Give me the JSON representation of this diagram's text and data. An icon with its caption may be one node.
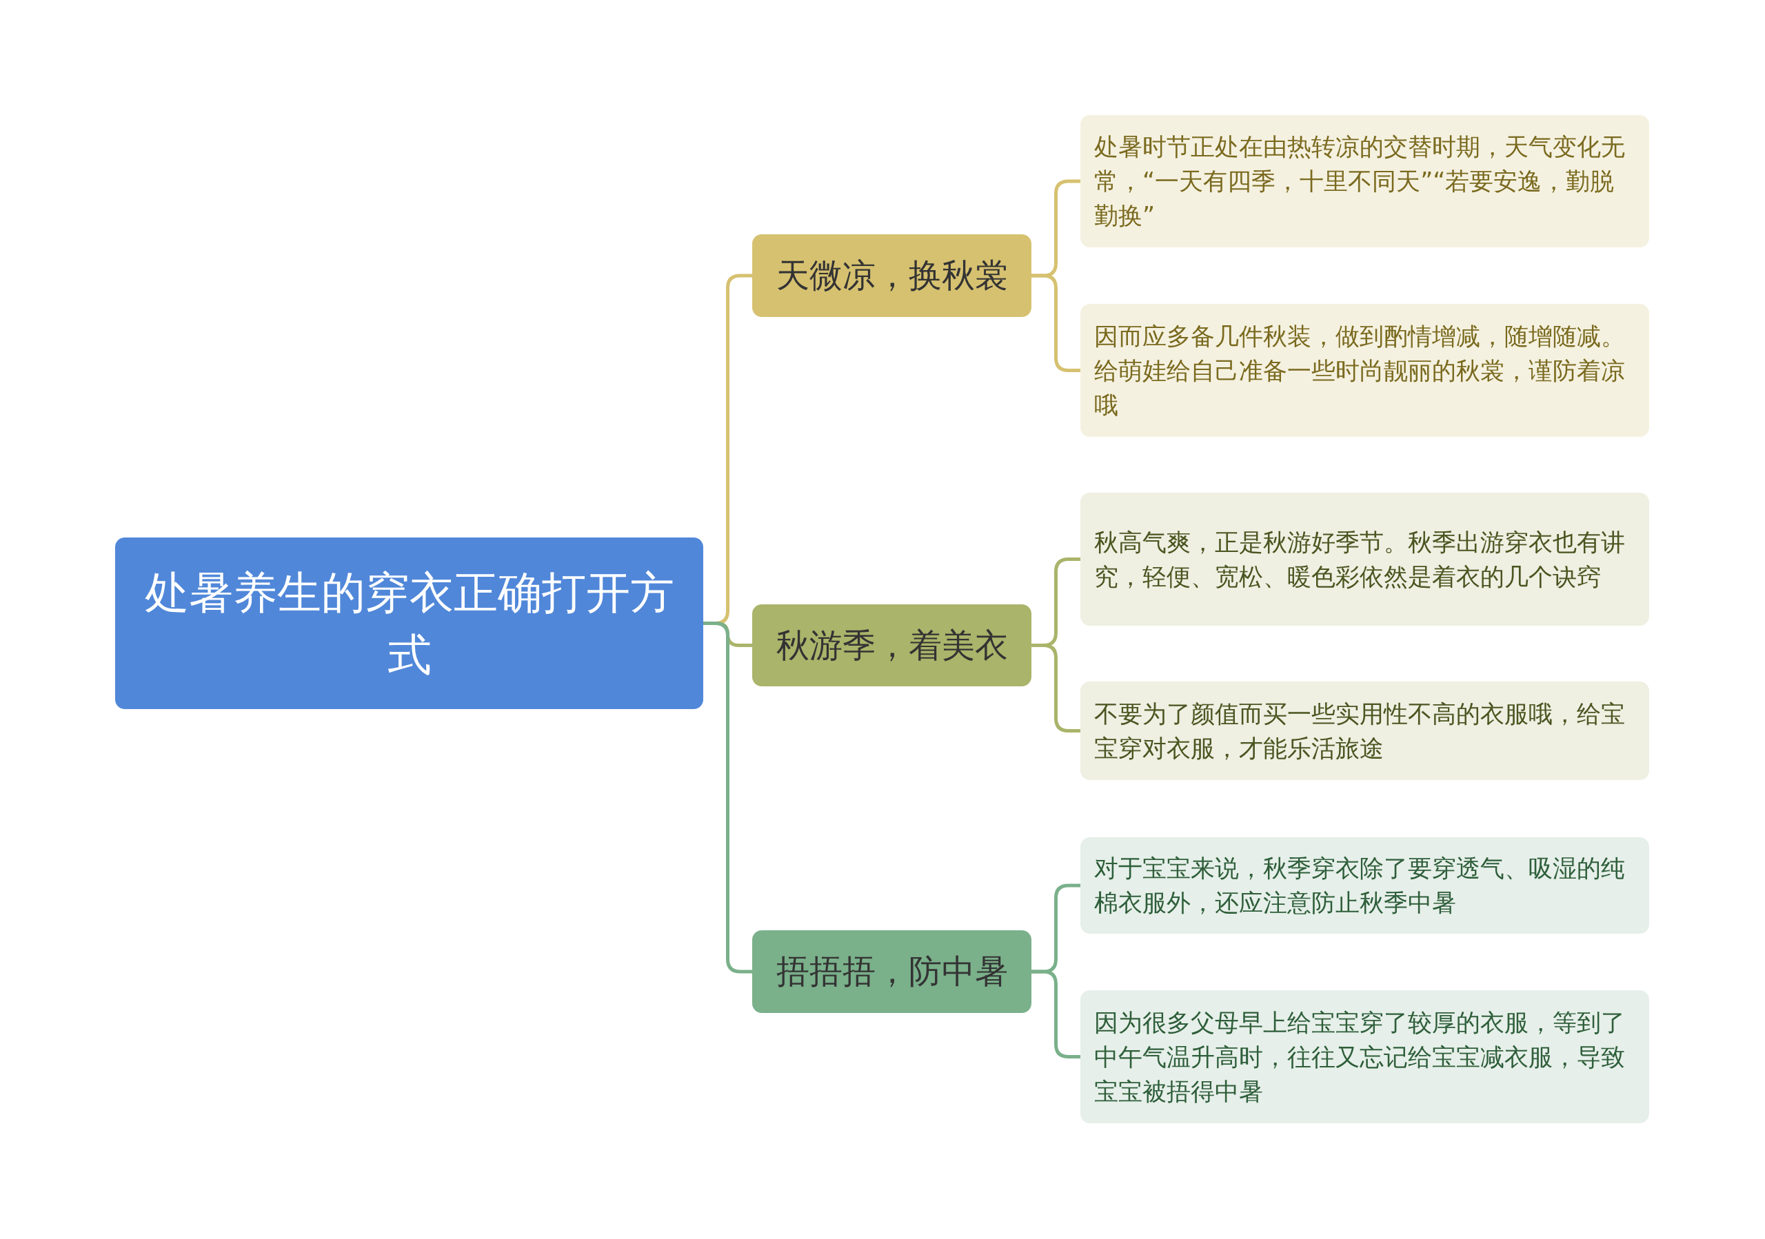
{
  "diagram": {
    "nodes": [
      {
        "text": [
          "处暑养生的穿衣正确打开方式"
        ]
      },
      {
        "text": [
          "天微凉，换秋裳"
        ]
      },
      {
        "text": [
          "处暑时节正处在由热转凉的交替时期，天气变化无常，“一天有四季，十里不同天”“若要安逸，勤脱勤换”"
        ]
      },
      {
        "text": [
          "因而应多备几件秋装，做到酌情增减，随增随减。给萌娃给自己准备一些时尚靓丽的秋裳，谨防着凉哦"
        ]
      },
      {
        "text": [
          "秋游季，着美衣"
        ]
      },
      {
        "text": [
          "秋高气爽，正是秋游好季节。秋季出游穿衣也有讲究，轻便、宽松、暖色彩依然是着衣的几个诀窍"
        ]
      },
      {
        "text": [
          "不要为了颜值而买一些实用性不高的衣服哦，给宝宝穿对衣服，才能乐活旅途"
        ]
      },
      {
        "text": [
          "捂捂捂，防中暑"
        ]
      },
      {
        "text": [
          "对于宝宝来说，秋季穿衣除了要穿透气、吸湿的纯棉衣服外，还应注意防止秋季中暑"
        ]
      },
      {
        "text": [
          "因为很多父母早上给宝宝穿了较厚的衣服，等到了中午气温升高时，往往又忘记给宝宝减衣服，导致宝宝被捂得中暑"
        ]
      }
    ],
    "edges": [
      {
        "from": 0,
        "to": 1,
        "arrow": "none",
        "color": "#d6c170"
      },
      {
        "from": 1,
        "to": 2,
        "arrow": "none",
        "color": "#d6c170"
      },
      {
        "from": 1,
        "to": 3,
        "arrow": "none",
        "color": "#d6c170"
      },
      {
        "from": 0,
        "to": 4,
        "arrow": "none",
        "color": "#aab46a"
      },
      {
        "from": 4,
        "to": 5,
        "arrow": "none",
        "color": "#aab46a"
      },
      {
        "from": 4,
        "to": 6,
        "arrow": "none",
        "color": "#aab46a"
      },
      {
        "from": 0,
        "to": 7,
        "arrow": "none",
        "color": "#7ab08a"
      },
      {
        "from": 7,
        "to": 8,
        "arrow": "none",
        "color": "#7ab08a"
      },
      {
        "from": 7,
        "to": 9,
        "arrow": "none",
        "color": "#7ab08a"
      }
    ]
  }
}
